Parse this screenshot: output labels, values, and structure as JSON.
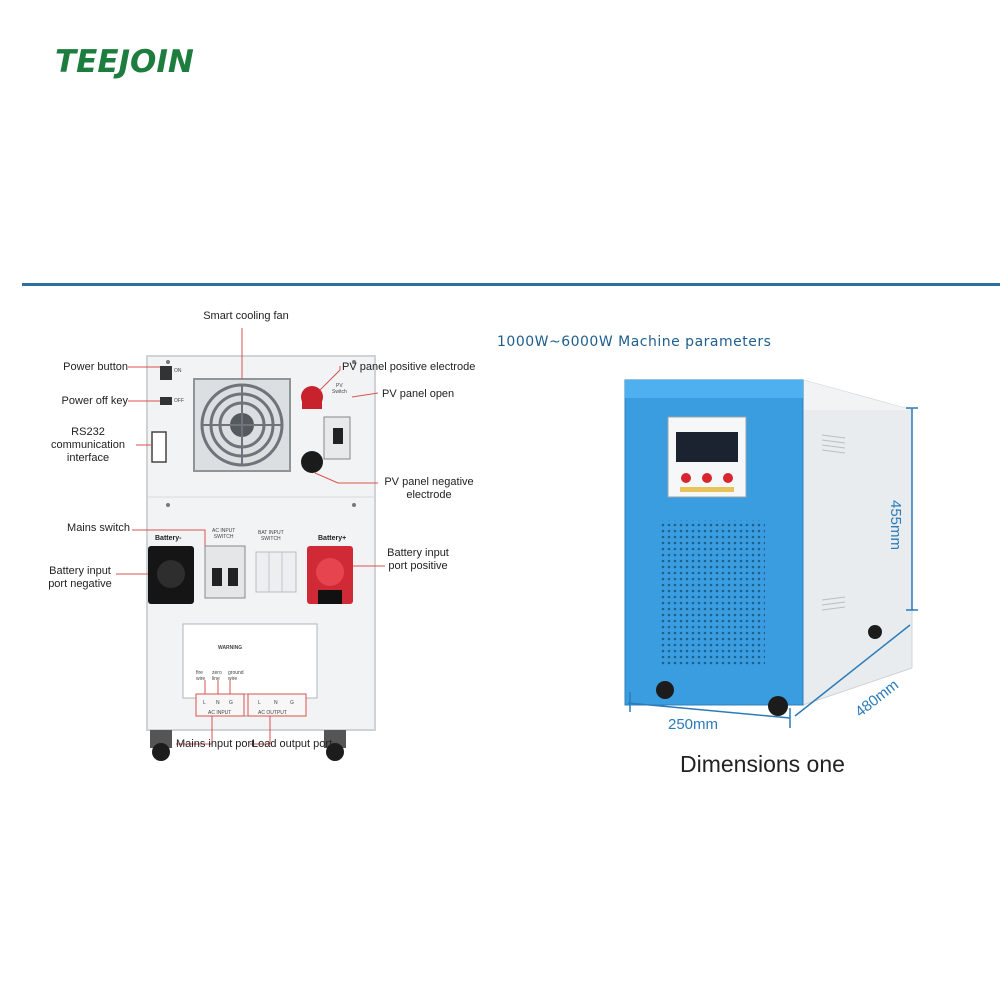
{
  "brand": {
    "logo_text": "TEEJOIN"
  },
  "left_panel": {
    "labels": {
      "smart_cooling_fan": "Smart cooling fan",
      "power_button": "Power button",
      "power_off_key": "Power off key",
      "rs232": "RS232\ncommunication\ninterface",
      "mains_switch": "Mains switch",
      "battery_input_negative": "Battery input\nport negative",
      "pv_positive": "PV panel positive electrode",
      "pv_open": "PV panel open",
      "pv_negative": "PV panel negative\nelectrode",
      "battery_input_positive": "Battery input\nport positive",
      "mains_input_port": "Mains input port",
      "load_output_port": "Load output port"
    },
    "device_text": {
      "battery_minus": "Battery-",
      "battery_plus": "Battery+",
      "ac_input_switch": "AC INPUT\nSWITCH",
      "bat_input_switch": "BAT INPUT\nSWITCH",
      "pv_switch": "PV\nSwitch",
      "on": "ON",
      "off": "OFF",
      "warning": "WARNING",
      "fire_wire": "fire\nwire",
      "zero_line": "zero\nline",
      "ground_wire": "ground\nwire",
      "ac_input": "AC INPUT",
      "ac_output": "AC OUTPUT",
      "terminals": [
        "L",
        "N",
        "G",
        "L",
        "N",
        "G"
      ]
    }
  },
  "right_panel": {
    "title": "1000W~6000W Machine parameters",
    "height_dim": "455mm",
    "depth_dim": "480mm",
    "width_dim": "250mm",
    "caption": "Dimensions one"
  },
  "colors": {
    "accent_blue": "#2d6f9d",
    "cabinet_blue": "#3a9de0",
    "annotation_red": "#d9534f",
    "logo_green": "#1d7d3f",
    "dimension_blue": "#2b7bb9"
  }
}
